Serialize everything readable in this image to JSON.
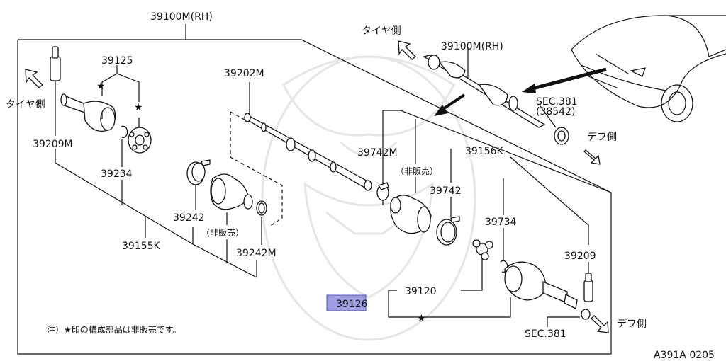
{
  "labels": {
    "top_assembly": "39100M(RH)",
    "tire_side_left": "タイヤ側",
    "tire_side_top": "タイヤ側",
    "p39125": "39125",
    "p39209M": "39209M",
    "p39234": "39234",
    "p39202M": "39202M",
    "p39242": "39242",
    "not_sold_1": "（非販売）",
    "p39242M": "39242M",
    "p39155K": "39155K",
    "p39742M": "39742M",
    "not_sold_2": "（非販売）",
    "p39742": "39742",
    "p39156K": "39156K",
    "p39734": "39734",
    "p39209": "39209",
    "p39120": "39120",
    "p39126": "39126",
    "sec381_top": "SEC.381",
    "sec381_top_sub": "(38542)",
    "diff_side_top": "デフ側",
    "diff_side_bottom": "デフ側",
    "sec381_bottom": "SEC.381",
    "inset_assembly": "39100M(RH)",
    "footnote": "注）★印の構成部品は非販売です。",
    "figure_code": "A391A 0205"
  },
  "symbols": {
    "star": "★"
  },
  "colors": {
    "highlight": "#8f8fdc",
    "line": "#111111",
    "watermark": "#e6e6e6"
  }
}
